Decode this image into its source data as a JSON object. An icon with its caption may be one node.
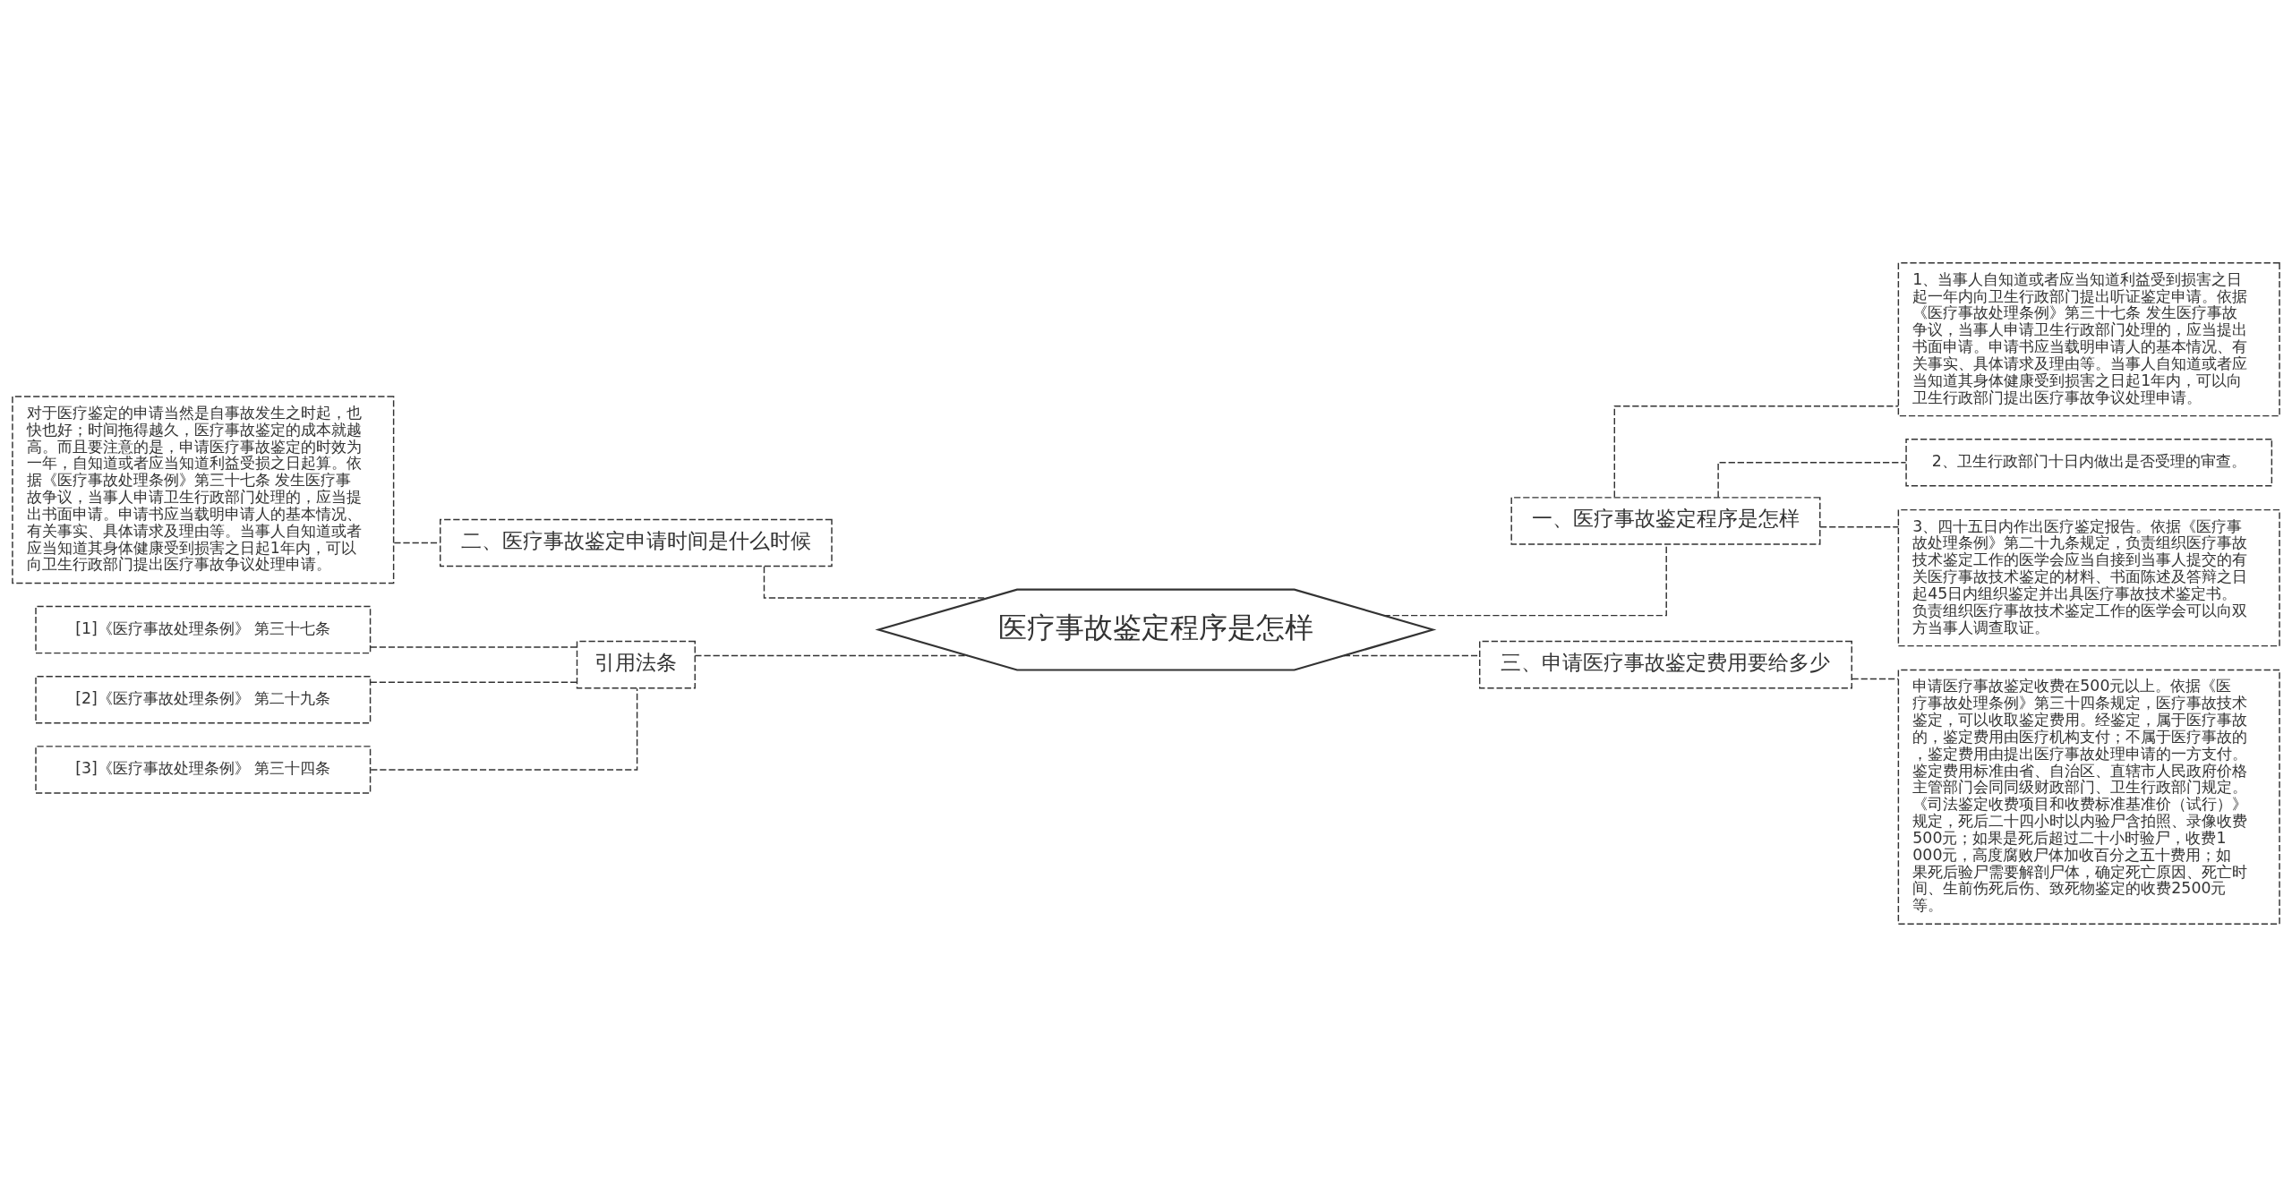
{
  "diagram": {
    "nodes": [
      {
        "text": [
          "医疗事故鉴定程序是怎样"
        ]
      },
      {
        "text": [
          "一、医疗事故鉴定程序是怎样"
        ]
      },
      {
        "text": [
          "1、当事人自知道或者应当知道利益受到损害之日起一年内向卫生行政部门提出听证鉴定申请。依据《医疗事故处理条例》第三十七条 发生医疗事故争议，当事人申请卫生行政部门处理的，应当提出书面申请。申请书应当载明申请人的基本情况、有关事实、具体请求及理由等。当事人自知道或者应当知道其身体健康受到损害之日起1年内，可以向卫生行政部门提出医疗事故争议处理申请。"
        ]
      },
      {
        "text": [
          "2、卫生行政部门十日内做出是否受理的审查。"
        ]
      },
      {
        "text": [
          "3、四十五日内作出医疗鉴定报告。依据《医疗事故处理条例》第二十九条规定，负责组织医疗事故技术鉴定工作的医学会应当自接到当事人提交的有关医疗事故技术鉴定的材料、书面陈述及答辩之日起45日内组织鉴定并出具医疗事故技术鉴定书。负责组织医疗事故技术鉴定工作的医学会可以向双方当事人调查取证。"
        ]
      },
      {
        "text": [
          "二、医疗事故鉴定申请时间是什么时候"
        ]
      },
      {
        "text": [
          "对于医疗鉴定的申请当然是自事故发生之时起，也快也好；时间拖得越久，医疗事故鉴定的成本就越高。而且要注意的是，申请医疗事故鉴定的时效为一年，自知道或者应当知道利益受损之日起算。依据《医疗事故处理条例》第三十七条 发生医疗事故争议，当事人申请卫生行政部门处理的，应当提出书面申请。申请书应当载明申请人的基本情况、有关事实、具体请求及理由等。当事人自知道或者应当知道其身体健康受到损害之日起1年内，可以向卫生行政部门提出医疗事故争议处理申请。"
        ]
      },
      {
        "text": [
          "引用法条"
        ]
      },
      {
        "text": [
          "[1]《医疗事故处理条例》 第三十七条"
        ]
      },
      {
        "text": [
          "[2]《医疗事故处理条例》 第二十九条"
        ]
      },
      {
        "text": [
          "[3]《医疗事故处理条例》 第三十四条"
        ]
      },
      {
        "text": [
          "三、申请医疗事故鉴定费用要给多少"
        ]
      },
      {
        "text": [
          "申请医疗事故鉴定收费在500元以上。依据《医疗事故处理条例》第三十四条规定，医疗事故技术鉴定，可以收取鉴定费用。经鉴定，属于医疗事故的，鉴定费用由医疗机构支付；不属于医疗事故的，鉴定费用由提出医疗事故处理申请的一方支付。鉴定费用标准由省、自治区、直辖市人民政府价格主管部门会同同级财政部门、卫生行政部门规定。《司法鉴定收费项目和收费标准基准价（试行）》规定，死后二十四小时以内验尸含拍照、录像收费500元；如果是死后超过二十小时验尸，收费1000元，高度腐败尸体加收百分之五十费用；如果死后验尸需要解剖尸体，确定死亡原因、死亡时间、生前伤死后伤、致死物鉴定的收费2500元等。"
        ]
      }
    ],
    "edges": [
      {
        "from": 0,
        "to": 1,
        "arrow": "none"
      },
      {
        "from": 1,
        "to": 2,
        "arrow": "none"
      },
      {
        "from": 1,
        "to": 3,
        "arrow": "none"
      },
      {
        "from": 1,
        "to": 4,
        "arrow": "none"
      },
      {
        "from": 6,
        "to": 5,
        "arrow": "none"
      },
      {
        "from": 5,
        "to": 0,
        "arrow": "none"
      },
      {
        "from": 8,
        "to": 7,
        "arrow": "none"
      },
      {
        "from": 9,
        "to": 7,
        "arrow": "none"
      },
      {
        "from": 10,
        "to": 7,
        "arrow": "none"
      },
      {
        "from": 7,
        "to": 0,
        "arrow": "none"
      },
      {
        "from": 0,
        "to": 11,
        "arrow": "none"
      },
      {
        "from": 11,
        "to": 12,
        "arrow": "none"
      }
    ]
  }
}
